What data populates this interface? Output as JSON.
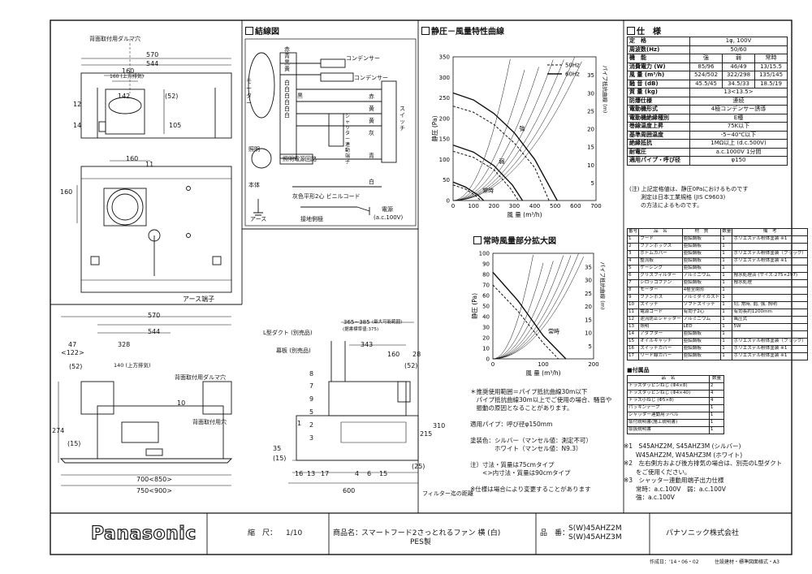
{
  "sections": {
    "wiring": "結線図",
    "static_curve": "静圧－風量特性曲線",
    "spec": "仕　様",
    "zoom_curve": "常時風量部分拡大図"
  },
  "dims": {
    "top_view": [
      "570",
      "544",
      "160",
      "142",
      "160 (上方排気)",
      "(52)",
      "105"
    ],
    "ceiling_view": [
      "160",
      "160"
    ],
    "front_view": [
      "570",
      "544",
      "47",
      "<122>",
      "328",
      "140 (上方排気)",
      "(52)",
      "274",
      "(15)",
      "700<850>",
      "750<900>"
    ],
    "side_view": [
      "365~385",
      "(最大可能範囲)",
      "(据書標準値:375)",
      "343",
      "160",
      "28",
      "(52)",
      "215",
      "310",
      "35",
      "(15)",
      "(25)",
      "600"
    ]
  },
  "labels": {
    "dalma_top": "背面取付用ダルマ穴",
    "earth": "アース端子",
    "dalma_front": "背面取付用ダルマ穴",
    "back_hole": "背面取付用穴",
    "l_duct": "L型ダクト (別売品)",
    "maku_ita": "幕板 (別売品)",
    "filter": "フィルター迄の距離",
    "part_12": "12",
    "part_14": "14",
    "part_11": "11",
    "part_10": "10",
    "side_parts": [
      "8",
      "7",
      "9",
      "5",
      "2",
      "3",
      "1",
      "16",
      "13",
      "17",
      "4",
      "6",
      "15"
    ]
  },
  "wiring": {
    "colors": [
      "赤",
      "青",
      "黒",
      "黄",
      "白",
      "白",
      "白",
      "白",
      "白",
      "白",
      "黒",
      "赤",
      "黄",
      "黄",
      "灰",
      "青",
      "白"
    ],
    "condenser1": "コンデンサー",
    "condenser2": "コンデンサー",
    "motor": "モーター",
    "shutter": "シャッター連動端子",
    "switch": "スイッチ",
    "lighting": "照明",
    "lighting_circuit": "照明電源回路",
    "body": "本体",
    "cord": "灰色平形2心 ビニルコード",
    "earth": "アース",
    "ground_side": "接地側極",
    "power": "電源",
    "power_spec": "(a.c.100V)",
    "sw_labels": [
      "黒",
      "白",
      "黒",
      "青",
      "灰"
    ]
  },
  "chart_data": [
    {
      "type": "line",
      "title": "静圧－風量特性曲線",
      "xlabel": "風 量 (m³/h)",
      "ylabel": "静圧 (Pa)",
      "y2label": "パイプ抵抗曲線 (m)",
      "xlim": [
        0,
        700
      ],
      "ylim": [
        0,
        350
      ],
      "x_ticks": [
        0,
        100,
        200,
        300,
        400,
        500,
        600,
        700
      ],
      "y_ticks": [
        0,
        50,
        100,
        150,
        200,
        250,
        300,
        350
      ],
      "y2_ticks": [
        5,
        10,
        15,
        20,
        25,
        30,
        35
      ],
      "legend": [
        "50Hz",
        "60Hz"
      ],
      "series": [
        {
          "name": "50Hz",
          "label": "強",
          "x": [
            0,
            100,
            200,
            300,
            400,
            470
          ],
          "y": [
            230,
            215,
            185,
            140,
            80,
            0
          ]
        },
        {
          "name": "60Hz",
          "label": "強",
          "x": [
            0,
            100,
            200,
            300,
            400,
            510
          ],
          "y": [
            262,
            245,
            212,
            165,
            100,
            0
          ]
        },
        {
          "name": "50Hz",
          "label": "弱",
          "x": [
            0,
            100,
            200,
            280,
            320
          ],
          "y": [
            120,
            105,
            75,
            30,
            0
          ]
        },
        {
          "name": "60Hz",
          "label": "弱",
          "x": [
            0,
            100,
            200,
            290,
            340
          ],
          "y": [
            135,
            118,
            85,
            38,
            0
          ]
        },
        {
          "name": "50Hz",
          "label": "常時",
          "x": [
            0,
            60,
            110,
            135
          ],
          "y": [
            38,
            28,
            12,
            0
          ]
        },
        {
          "name": "60Hz",
          "label": "常時",
          "x": [
            0,
            60,
            120,
            150
          ],
          "y": [
            45,
            33,
            14,
            0
          ]
        }
      ],
      "curve_labels": [
        "強",
        "弱",
        "常時"
      ]
    },
    {
      "type": "line",
      "title": "常時風量部分拡大図",
      "xlabel": "風 量 (m³/h)",
      "ylabel": "静圧 (Pa)",
      "y2label": "パイプ抵抗曲線 (m)",
      "xlim": [
        0,
        200
      ],
      "ylim": [
        0,
        100
      ],
      "x_ticks": [
        0,
        100,
        200
      ],
      "y_ticks": [
        0,
        10,
        20,
        30,
        40,
        50,
        60,
        70,
        80,
        90,
        100
      ],
      "y2_ticks": [
        5,
        10,
        15,
        20,
        25,
        30,
        35
      ],
      "series": [
        {
          "name": "50Hz",
          "label": "常時",
          "x": [
            0,
            50,
            100,
            130
          ],
          "y": [
            70,
            45,
            15,
            0
          ]
        },
        {
          "name": "60Hz",
          "label": "常時",
          "x": [
            0,
            50,
            100,
            145
          ],
          "y": [
            82,
            55,
            22,
            0
          ]
        }
      ],
      "curve_labels": [
        "常時"
      ]
    }
  ],
  "notes_mid": [
    "＊推奨使用範囲＝パイプ抵抗曲線30m以下",
    "　パイプ抵抗曲線30m以上でご使用の場合、騒音や",
    "　振動の原因となることがあります。",
    "",
    "適用パイプ：呼び径φ150mm",
    "",
    "塗装色：シルバー（マンセル値：測定不可）",
    "　　　　ホワイト（マンセル値：N9.3）",
    "",
    "注）寸法・質量は75cmタイプ",
    "　　<>内寸法・質量は90cmタイプ",
    "",
    "※仕様は場合により変更することがあります"
  ],
  "spec": {
    "rows": [
      [
        "定　格",
        "1φ, 100V"
      ],
      [
        "周波数(Hz)",
        "50/60"
      ],
      [
        "機　能",
        "強|弱|常時"
      ],
      [
        "消費電力 (W)",
        "85/96|46/49|13/15.5"
      ],
      [
        "風 量 (m³/h)",
        "524/502|322/298|135/145"
      ],
      [
        "騒 音 (dB)",
        "45.5/45|34.5/33|18.5/19"
      ],
      [
        "質 量 (kg)",
        "13<13.5>"
      ],
      [
        "防爆仕様",
        "連続"
      ],
      [
        "電動機形式",
        "4極コンデンサー誘導"
      ],
      [
        "電動機絶縁種別",
        "E種"
      ],
      [
        "巻線温度上昇",
        "75K以下"
      ],
      [
        "基準周囲温度",
        "-5~40℃以下"
      ],
      [
        "絶縁抵抗",
        "1MΩ以上 (d.c.500V)"
      ],
      [
        "耐電圧",
        "a.c.1000V 1分間"
      ],
      [
        "適用パイプ・呼び径",
        "φ150"
      ]
    ],
    "note": "(注) 上記定格値は、静圧0Paにおけるものです\n　　測定は日本工業規格 (JIS C9603)\n　　の方法によるものです。"
  },
  "parts": {
    "header": [
      "番号",
      "品　名",
      "材　質",
      "数量",
      "備　考"
    ],
    "rows": [
      [
        "1",
        "フード",
        "亜鉛鋼板",
        "1",
        "ポリエステル粉体塗装 ※1"
      ],
      [
        "2",
        "ファンボックス",
        "亜鉛鋼板",
        "1",
        ""
      ],
      [
        "3",
        "ボトムカバー",
        "亜鉛鋼板",
        "1",
        "ポリエステル粉体塗装（ブラック）"
      ],
      [
        "4",
        "整流板",
        "亜鉛鋼板",
        "1",
        "ポリエステル粉体塗装 ※1"
      ],
      [
        "5",
        "ケーシング",
        "亜鉛鋼板",
        "1",
        ""
      ],
      [
        "6",
        "グリスフィルター",
        "アルミニウム",
        "1",
        "撥水処理済 (サイズ:275×297)"
      ],
      [
        "7",
        "シロッコファン",
        "亜鉛鋼板",
        "1",
        "撥水処理"
      ],
      [
        "8",
        "モーター",
        "4極全閉形",
        "1",
        ""
      ],
      [
        "9",
        "ファンボス",
        "アルミダイカスト",
        "1",
        ""
      ],
      [
        "10",
        "スイッチ",
        "ソフトスイッチ",
        "1",
        "切, 常時, 弱, 強, 照明"
      ],
      [
        "11",
        "電源コード",
        "有効子2心",
        "1",
        "有効長約1200mm"
      ],
      [
        "12",
        "逆流防止シャッター",
        "アルミニウム",
        "1",
        "風圧式"
      ],
      [
        "13",
        "照明",
        "LED",
        "1",
        "5W"
      ],
      [
        "14",
        "アダプター",
        "亜鉛鋼板",
        "1",
        ""
      ],
      [
        "15",
        "オイルキャッチ",
        "亜鉛鋼板",
        "1",
        "ポリエステル粉体塗装（ブラック）"
      ],
      [
        "16",
        "スイッチカバー",
        "亜鉛鋼板",
        "1",
        "ポリエステル粉体塗装 ※1"
      ],
      [
        "17",
        "リード線カバー",
        "亜鉛鋼板",
        "1",
        "ポリエステル粉体塗装 ※1"
      ]
    ]
  },
  "accessories": {
    "title": "付属品",
    "header": [
      "品　名",
      "数量"
    ],
    "rows": [
      [
        "トラスタッピンねじ (Φ4×8)",
        "2"
      ],
      [
        "トラスタッピンねじ (Φ4×40)",
        "4"
      ],
      [
        "トラス小ねじ (Φ5×8)",
        "4"
      ],
      [
        "パッキンテープ",
        "1"
      ],
      [
        "シャッター連動用ラベル",
        "1"
      ],
      [
        "取付説明書(施工説明書)",
        "1"
      ],
      [
        "取扱説明書",
        "1"
      ]
    ]
  },
  "footnotes": [
    "※1　S45AHZ2M, S45AHZ3M (シルバー)",
    "　　W45AHZ2M, W45AHZ3M (ホワイト)",
    "※2　左右側方および後方排気の場合は、別売のL型ダクト",
    "　　をご使用ください。",
    "※3　シャッター連動用端子出力仕様",
    "　　常時：a.c.100V　弱：a.c.100V",
    "　　強：a.c.100V"
  ],
  "title_block": {
    "logo": "Panasonic",
    "scale_label": "縮　尺：",
    "scale": "1/10",
    "product_label": "商品名：",
    "product": "スマートフード2さっとれるファン 横 (白)",
    "product2": "PES製",
    "model_label": "品　番：",
    "model1": "S(W)45AHZ2M",
    "model2": "S(W)45AHZ3M",
    "company": "パナソニック株式会社",
    "date": "作成日：'14・06・02",
    "form": "住設建材・標準図面様式・A3"
  },
  "colors": {
    "line": "#111111",
    "paper": "#ffffff"
  }
}
